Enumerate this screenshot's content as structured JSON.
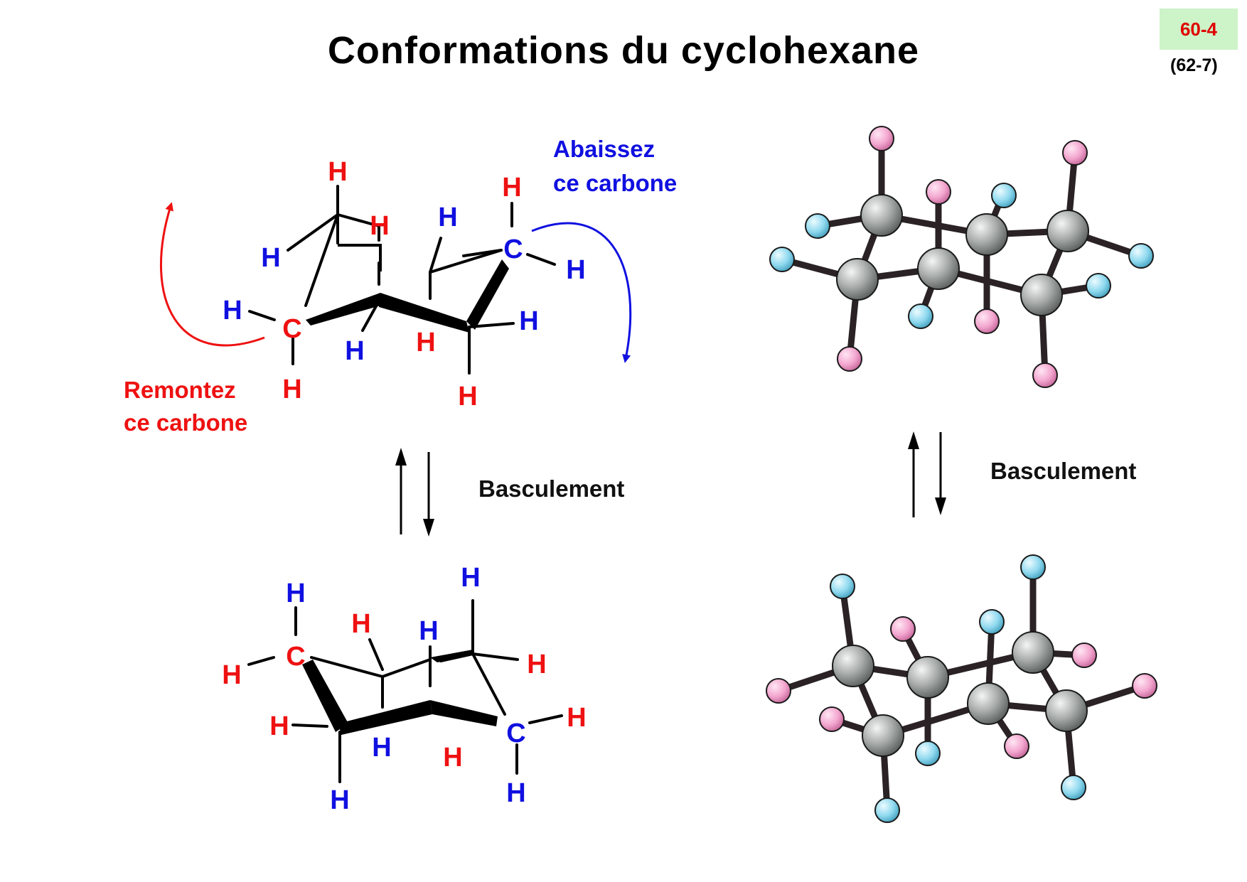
{
  "title": "Conformations du cyclohexane",
  "slide_number": "60-4",
  "slide_reference": "(62-7)",
  "annotations": {
    "raise_line1": "Remontez",
    "raise_line2": "ce carbone",
    "lower_line1": "Abaissez",
    "lower_line2": "ce carbone"
  },
  "flip_label_left": "Basculement",
  "flip_label_right": "Basculement",
  "atoms": {
    "hydrogen": "H",
    "carbon": "C"
  },
  "colors": {
    "red": "#ee1111",
    "blue": "#1010e0",
    "carbon_sphere": "#a6aaa9",
    "pink_hydrogen": "#f3a6cf",
    "cyan_hydrogen": "#8fd9ef",
    "badge_bg": "#cdf3c8"
  }
}
